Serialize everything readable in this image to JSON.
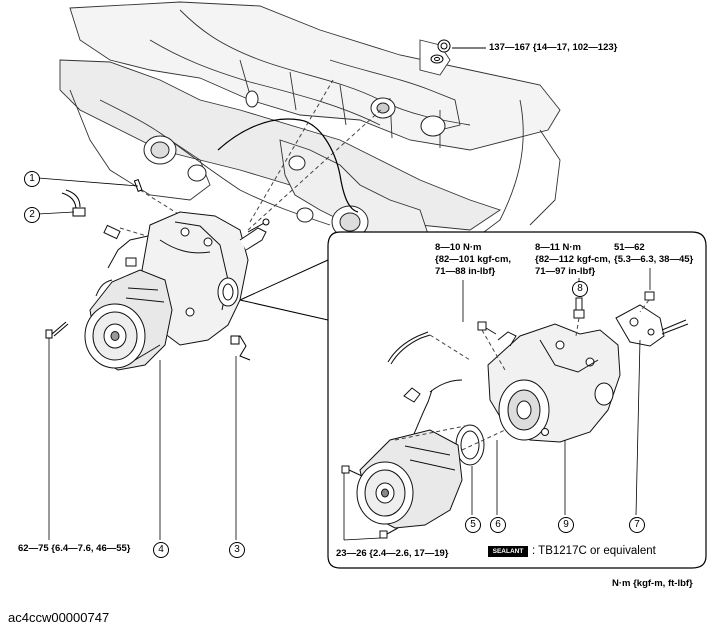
{
  "callouts": [
    "1",
    "2",
    "3",
    "4",
    "5",
    "6",
    "7",
    "8",
    "9"
  ],
  "torque": {
    "top_nut": "137—167 {14—17, 102—123}",
    "mount_bolt_lower": "62—75 {6.4—7.6, 46—55}",
    "detail_bolt_a": [
      "8—10 N·m",
      "{82—101 kgf-cm,",
      "71—88 in-lbf}"
    ],
    "detail_bolt_b": [
      "8—11 N·m",
      "{82—112 kgf-cm,",
      "71—97 in-lbf}"
    ],
    "detail_bolt_c": [
      "51—62",
      "{5.3—6.3, 38—45}"
    ],
    "detail_bolt_d": "23—26 {2.4—2.6, 17—19}"
  },
  "sealant": {
    "badge": "SEALANT",
    "text": ": TB1217C or equivalent"
  },
  "units": "N·m {kgf-m, ft-lbf}",
  "figure_code": "ac4ccw00000747"
}
